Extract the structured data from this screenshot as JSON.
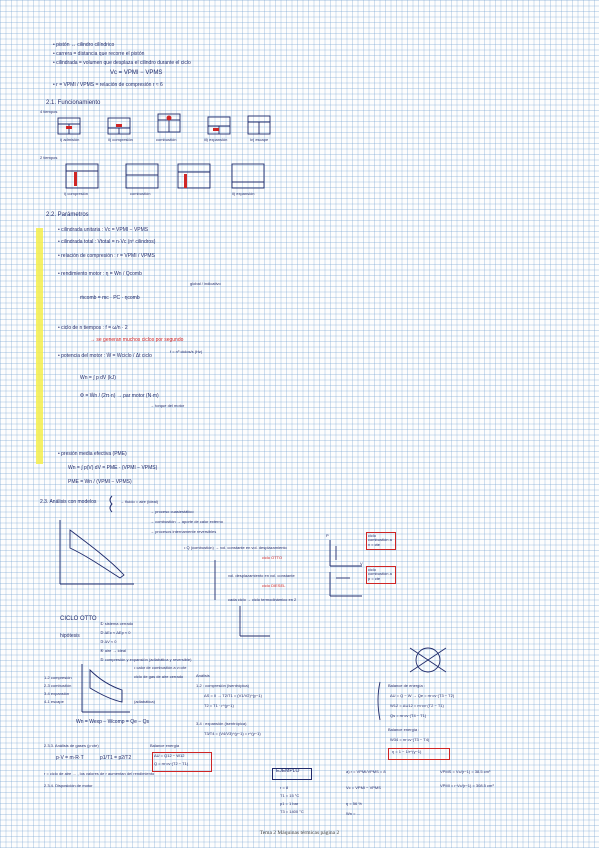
{
  "notes": {
    "intro_1": "• pistón ↔ cilindro cilíndrico",
    "intro_2": "• carrera = distancia que recorre el pistón",
    "intro_3": "• cilindrada = volumen que desplaza el cilindro durante el ciclo",
    "intro_formula": "Vc = VPMI − VPMS",
    "intro_ratio": "• r = VPMI / VPMS = relación de compresión r ≈ 6",
    "sec_funcionamiento": "2.1. Funcionamiento",
    "sub_4tiempos": "4 tiempos",
    "stroke_admision": "i) admisión",
    "stroke_compresion": "ii) compresión",
    "stroke_combustion": "combustión",
    "stroke_expansion": "iii) expansión",
    "stroke_escape": "iv) escape",
    "sub_2tiempos": "2 tiempos",
    "t2_compresion": "i) compresión",
    "t2_combustion": "combustión",
    "t2_expansion": "ii) expansión",
    "sec_parametros": "2.2. Parámetros",
    "p_cilindrada": "• cilindrada unitaria : Vc = VPMI − VPMS",
    "p_cil_total": "• cilindrada total : Vtotal = n·Vc   (nº cilindros)",
    "p_relacion": "• relación de compresión : r = VPMI / VPMS",
    "p_rendimiento": "• rendimiento motor : η = Wn / Qcomb",
    "p_rend_note": "global / indicativo",
    "p_consumo": "ṁcomb = mc · PC · ηcomb",
    "p_ciclo": "• ciclo de n tiempos : f = ω/n · 2",
    "p_potencia_red": "→ se generan muchos ciclos por segundo",
    "p_potencia": "• potencia del motor : Ẇ = Wciclo / Δt ciclo",
    "p_pot_note": "f = nº ciclos/s (Hz)",
    "p_trabajo": "Wn = ∫ p dV  (kJ)",
    "p_par": "Φ = Ẇn / (2π·n)  → par motor (N·m)",
    "p_par_note": "→ torque del motor",
    "p_pme_head": "• presión media efectiva (PME)",
    "p_pme_eq": "Wn = ∫ p(V) dV = PME · (VPMI − VPMS)",
    "p_pme_frac": "PME = Wn / (VPMI − VPMS)",
    "sec_ideal": "2.3. Análisis con modelos",
    "ideal_bullet": "→ fluido = aire (ideal)",
    "ideal_b2": "→ proceso cuasiestático",
    "ideal_b3": "→ combustión → aporte de calor externo",
    "ideal_b4": "→ procesos internamente reversibles",
    "cycle_label_otto": "ciclo OTTO",
    "cycle_label_diesel": "ciclo DIESEL",
    "cycle_otto_box": "ciclo combustión a v = cte",
    "cycle_diesel_box": "ciclo combustión a p = cte",
    "pv_label": "P",
    "v_label": "V",
    "combust_eq": "• Q̇ (combustión) → vol. constante en vol. desplazamiento",
    "combust_eq2": "vol. desplazamiento en vol. constante",
    "combust_eq3": "cada ciclo → ciclo termodinámico en 2",
    "ciclo_otto_title": "CICLO OTTO",
    "hip_title": "hipótesis",
    "hip_1": "① sistema cerrado",
    "hip_2": "② ΔEc ≈ ΔEp ≈ 0",
    "hip_3": "③ ΔV ≈ 0",
    "hip_4": "④ aire → ideal",
    "hip_5": "⑤ compresión y expansión (adiabática y reversible)",
    "otto_diag_note1": "1-2 compresión",
    "otto_diag_note2": "2-3 combustión",
    "otto_diag_note3": "3-4 expansión",
    "otto_diag_note4": "4-1 escape",
    "otto_right_1": "• calor de combustión a v=cte",
    "otto_right_2": "ciclo de gas de aire cerrado",
    "otto_right_3": "(adiabática)",
    "wn_eq": "Wn = Wexp − Wcomp = Qe − Qs",
    "analisis_title": "Análisis",
    "an_12": "1-2 : compresión (isentrópica)",
    "an_12_eq": "ΔS = 0 → T2/T1 = (V1/V2)^(γ−1)",
    "an_12_eq2": "T2 = T1 · r^(γ−1)",
    "an_34": "3-4 : expansión (isentrópica)",
    "an_34_eq": "T3/T4 = (V4/V3)^(γ−1) = r^(γ−1)",
    "bal_title": "Balance de energía :",
    "bal_1": "ΔU = Q − W → Qe = m·cv·(T3 − T2)",
    "bal_2": "W12 = ΔU12 = m·cv·(T2 − T1)",
    "bal_3": "Qs = m·cv·(T4 − T1)",
    "bal_title2": "Balance energía :",
    "bal_4": "W34 = m·cv·(T3 − T4)",
    "rend_eq": "η = 1 − 1/r^(γ−1)",
    "sec_233": "2.3.3. Análisis de gases (p·cte)",
    "eq_gas": "p·V = m·R·T",
    "eq_gas2": "p1/T1 = p2/T2",
    "bal_3b": "Balance energía",
    "bal_3b_1": "ΔU = Q12 − W12",
    "bal_3b_2": "Q = m·cv·(T2 − T1)",
    "sec_234": "2.3.4. Disposición de motor",
    "relation_1": "r = ciclo de aire … , los valores de r aumentan del rendimiento",
    "ejemplo": "EJEMPLO",
    "ej_data1": "T1 = 15 °C",
    "ej_data2": "p1 = 1 bar",
    "ej_data3": "r = 8",
    "ej_data4": "T3 = 1400 °C",
    "ej_sol1": "a) r = VPMI/VPMS = 8",
    "ej_sol2": "Vc = VPMI − VPMS",
    "ej_sol3": "VPMS = Vc/(r−1) = 38.5 cm³",
    "ej_sol4": "VPMI = r·Vc/(r−1) = 308.5 cm³",
    "ej_sol5": "η = 56 %",
    "ej_sol6": "Wn = …"
  },
  "footer": "Tema 2 Máquinas térmicas página 2",
  "colors": {
    "ink": "#1f2a6b",
    "accent": "#d02525",
    "highlight": "#f4ee4a",
    "grid": "#78a5d2"
  }
}
